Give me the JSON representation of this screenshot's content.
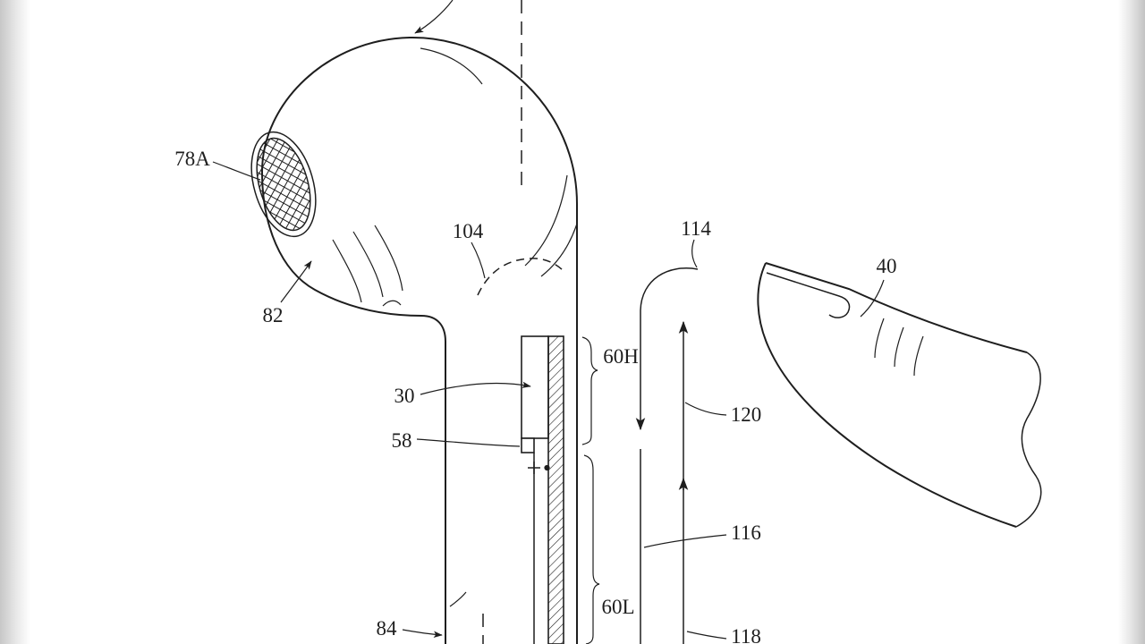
{
  "figure": {
    "kind": "patent-line-drawing",
    "subject": "earbud with touch-sensitive stem and finger swipe gestures",
    "paper_color": "#ffffff",
    "ink_color": "#1e1e1e",
    "edge_shade_color": "#c7c7c7",
    "labels": {
      "l78A": "78A",
      "l82": "82",
      "l104": "104",
      "l30": "30",
      "l58": "58",
      "l84": "84",
      "l60H": "60H",
      "l60L": "60L",
      "l114": "114",
      "l120": "120",
      "l116": "116",
      "l118": "118",
      "l40": "40"
    }
  }
}
